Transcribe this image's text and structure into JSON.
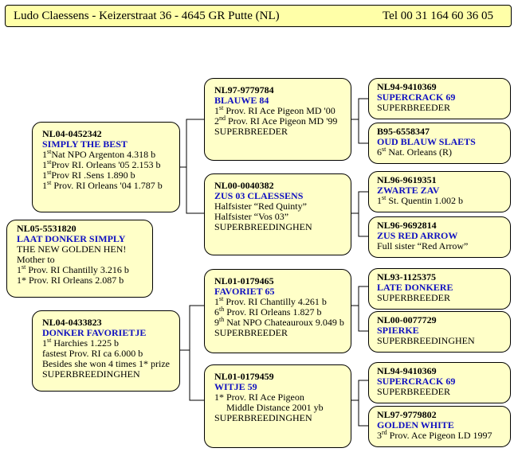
{
  "header": {
    "address": "Ludo Claessens - Keizerstraat 36 - 4645 GR  Putte (NL)",
    "phone": "Tel 00 31 164 60 36 05"
  },
  "subject": {
    "id": "NL05-5531820",
    "name": "LAAT DONKER SIMPLY",
    "lines": [
      {
        "sup": "",
        "text": "THE NEW GOLDEN HEN!"
      },
      {
        "sup": "",
        "text": "Mother to"
      },
      {
        "sup": "st",
        "text": " Prov. RI Chantilly 3.216 b"
      },
      {
        "sup": "",
        "text": "1* Prov. RI Orleans 2.087 b"
      }
    ]
  },
  "parents": [
    {
      "id": "NL04-0452342",
      "name": "SIMPLY THE BEST",
      "lines": [
        {
          "pre": "1",
          "sup": "st",
          "text": "Nat NPO Argenton 4.318 b"
        },
        {
          "pre": "1",
          "sup": "st",
          "text": "Prov RI. Orleans '05 2.153 b"
        },
        {
          "pre": "1",
          "sup": "st",
          "text": "Prov RI .Sens 1.890 b"
        },
        {
          "pre": "1",
          "sup": "st",
          "text": " Prov. RI Orleans '04 1.787 b"
        }
      ]
    },
    {
      "id": "NL04-0433823",
      "name": "DONKER FAVORIETJE",
      "lines": [
        {
          "pre": "1",
          "sup": "st",
          "text": " Harchies 1.225 b"
        },
        {
          "pre": "",
          "sup": "",
          "text": "fastest Prov. RI ca 6.000 b"
        },
        {
          "pre": "",
          "sup": "",
          "text": "Besides she won 4 times 1* prize"
        },
        {
          "pre": "",
          "sup": "",
          "text": "SUPERBREEDINGHEN"
        }
      ]
    }
  ],
  "grandparents": [
    {
      "id": "NL97-9779784",
      "name": "BLAUWE 84",
      "lines": [
        {
          "pre": "1",
          "sup": "st",
          "text": " Prov. RI Ace Pigeon MD '00"
        },
        {
          "pre": "2",
          "sup": "nd",
          "text": " Prov. RI Ace Pigeon MD '99"
        },
        {
          "pre": "",
          "sup": "",
          "text": "SUPERBREEDER"
        }
      ]
    },
    {
      "id": "NL00-0040382",
      "name": "ZUS 03 CLAESSENS",
      "lines": [
        {
          "pre": "",
          "sup": "",
          "text": "Halfsister “Red Quinty”"
        },
        {
          "pre": "",
          "sup": "",
          "text": "Halfsister “Vos 03”"
        },
        {
          "pre": "",
          "sup": "",
          "text": "SUPERBREEDINGHEN"
        }
      ]
    },
    {
      "id": "NL01-0179465",
      "name": "FAVORIET 65",
      "lines": [
        {
          "pre": "1",
          "sup": "st",
          "text": " Prov. RI Chantilly 4.261 b"
        },
        {
          "pre": "6",
          "sup": "th",
          "text": " Prov. RI Orleans 1.827 b"
        },
        {
          "pre": "9",
          "sup": "th",
          "text": " Nat NPO Chateauroux 9.049 b"
        },
        {
          "pre": "",
          "sup": "",
          "text": "SUPERBREEDER"
        }
      ]
    },
    {
      "id": "NL01-0179459",
      "name": "WITJE 59",
      "lines": [
        {
          "pre": "",
          "sup": "",
          "text": "1* Prov. RI Ace Pigeon"
        },
        {
          "pre": "",
          "sup": "",
          "text": "     Middle Distance 2001 yb"
        },
        {
          "pre": "",
          "sup": "",
          "text": "SUPERBREEDINGHEN"
        }
      ]
    }
  ],
  "greatgrandparents": [
    {
      "id": "NL94-9410369",
      "name": "SUPERCRACK 69",
      "lines": [
        {
          "pre": "",
          "sup": "",
          "text": "SUPERBREEDER"
        }
      ]
    },
    {
      "id": "B95-6558347",
      "name": "OUD BLAUW SLAETS",
      "lines": [
        {
          "pre": "6",
          "sup": "st",
          "text": " Nat. Orleans (R)"
        }
      ]
    },
    {
      "id": "NL96-9619351",
      "name": "ZWARTE ZAV",
      "lines": [
        {
          "pre": "1",
          "sup": "st",
          "text": " St. Quentin 1.002 b"
        }
      ]
    },
    {
      "id": "NL96-9692814",
      "name": "ZUS RED ARROW",
      "lines": [
        {
          "pre": "",
          "sup": "",
          "text": "Full sister “Red Arrow”"
        }
      ]
    },
    {
      "id": "NL93-1125375",
      "name": "LATE DONKERE",
      "lines": [
        {
          "pre": "",
          "sup": "",
          "text": "SUPERBREEDER"
        }
      ]
    },
    {
      "id": "NL00-0077729",
      "name": "SPIERKE",
      "lines": [
        {
          "pre": "",
          "sup": "",
          "text": "SUPERBREEDINGHEN"
        }
      ]
    },
    {
      "id": "NL94-9410369",
      "name": "SUPERCRACK 69",
      "lines": [
        {
          "pre": "",
          "sup": "",
          "text": "SUPERBREEDER"
        }
      ]
    },
    {
      "id": "NL97-9779802",
      "name": "GOLDEN WHITE",
      "lines": [
        {
          "pre": "3",
          "sup": "rd",
          "text": " Prov. Ace Pigeon LD 1997"
        }
      ]
    }
  ]
}
